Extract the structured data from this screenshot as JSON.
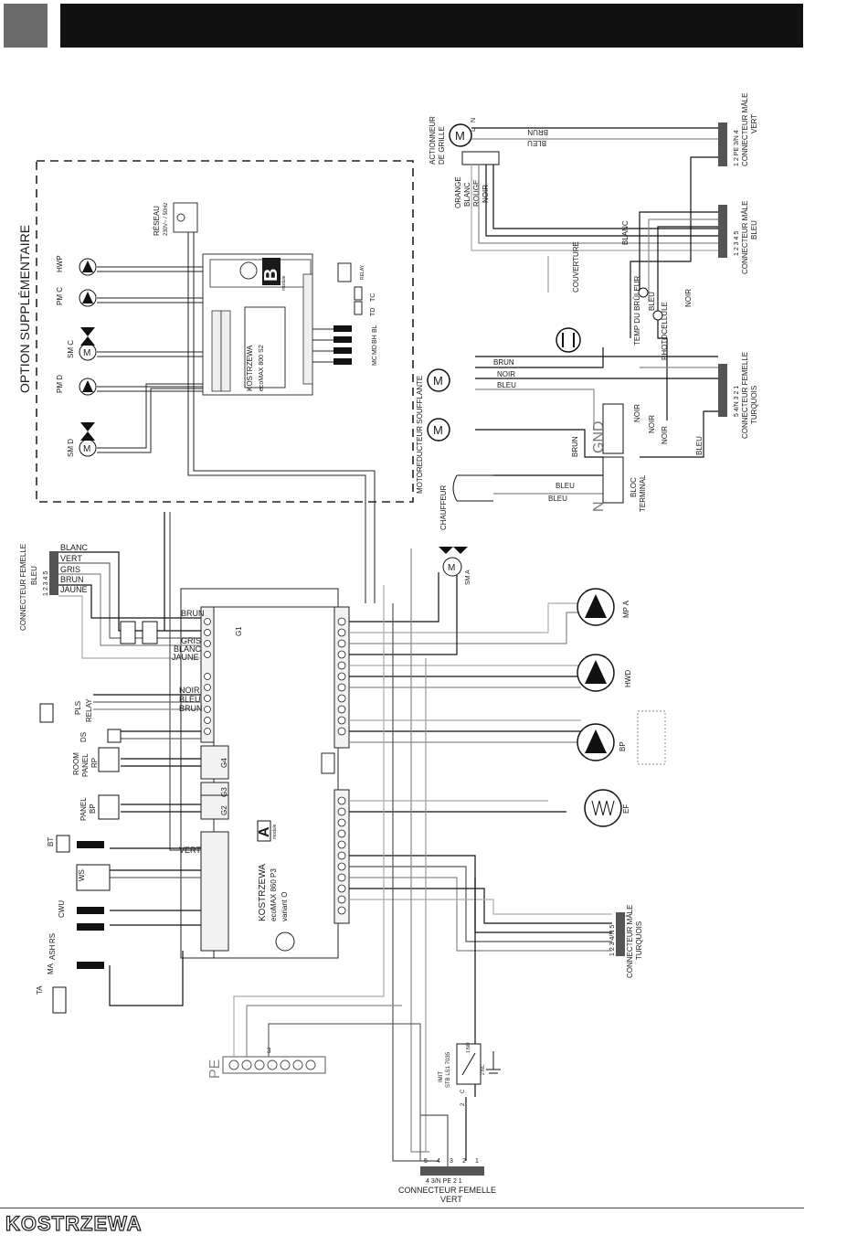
{
  "header": {
    "accent_square_color": "#6b6b6b",
    "bar_color": "#111111"
  },
  "option": {
    "title": "OPTION SUPPLÉMENTAIRE",
    "mains": "RÉSEAU",
    "mains_spec": "230V~ / 50Hz",
    "devices": [
      "HWP",
      "PM C",
      "SM C",
      "PM D",
      "SM D"
    ],
    "sensors": [
      "BL",
      "BH",
      "MD",
      "MC",
      "TC",
      "TD"
    ],
    "relay": "RELAY",
    "module": {
      "brand": "KOSTRZEWA",
      "model": "ecoMAX 800 S2",
      "badge": "B",
      "badge_sub": "module"
    }
  },
  "main_module": {
    "brand": "KOSTRZEWA",
    "model": "ecoMAX 860 P3",
    "variant": "variant O",
    "badge": "A",
    "badge_sub": "module"
  },
  "connectors": {
    "bleu_femelle": {
      "title": "CONNECTEUR FEMELLE",
      "color": "BLEU",
      "pins": "1 2 3 4 5",
      "wires": [
        "BLANC",
        "VERT",
        "GRIS",
        "BRUN",
        "JAUNE"
      ]
    },
    "vert_male": {
      "title": "CONNECTEUR MÂLE",
      "color": "VERT",
      "pins": "1 2 PE 3/N 4"
    },
    "bleu_male": {
      "title": "CONNECTEUR MÂLE",
      "color": "BLEU",
      "pins": "1 2 3 4 5"
    },
    "turquois_femelle": {
      "title": "CONNECTEUR FEMELLE",
      "color": "TURQUOIS",
      "pins": "5 4/N 3 2 1"
    },
    "turquois_male": {
      "title": "CONNECTEUR MÂLE",
      "color": "TURQUOIS",
      "pins": "1 2 3 4/N 5"
    },
    "vert_femelle": {
      "title": "CONNECTEUR FEMELLE",
      "color": "VERT",
      "pins": "4 3/N PE 2 1",
      "top_pins": [
        "5",
        "4",
        "3",
        "2",
        "1"
      ]
    }
  },
  "burner": {
    "actuator": [
      "ACTIONNEUR",
      "DE GRILLE"
    ],
    "actuator_wires": [
      "ORANGE",
      "BLANC",
      "ROUGE",
      "NOIR"
    ],
    "top_wires": [
      "BRUN",
      "BLEU"
    ],
    "blanc": "BLANC",
    "couverture": "COUVERTURE",
    "temp": "TEMP DU BRÛLEUR",
    "bleu": "BLEU",
    "photocellule": "PHOTOCELLULE",
    "noir": "NOIR",
    "blower": "MOTOREDUCTEUR  SOUFFLANTE",
    "blower_wires": [
      "BRUN",
      "NOIR",
      "BLEU"
    ],
    "heater": "CHAUFFEUR",
    "terminal_block": [
      "BLOC",
      "TERMINAL"
    ],
    "gnd": "GND",
    "n": "N",
    "terminal_wires": [
      "BRUN",
      "BLEU",
      "BLEU",
      "NOIR",
      "NOIR",
      "NOIR",
      "BLEU"
    ],
    "pin_labels": [
      "N",
      "L",
      "PE",
      "C"
    ]
  },
  "main_left": {
    "peripherals": [
      "PLS",
      "RELAY",
      "DS",
      "ROOM",
      "PANEL",
      "RP",
      "PANEL",
      "BP",
      "BT",
      "WS",
      "CWU",
      "RS",
      "ASH",
      "MA",
      "TA"
    ],
    "wires_top": [
      "BRUN",
      "GRIS",
      "BLANC",
      "JAUNE"
    ],
    "wires_mid": [
      "NOIR",
      "BLEU",
      "BRUN"
    ],
    "vert": "VERT",
    "ports": [
      "G1",
      "G2",
      "G3",
      "G4"
    ]
  },
  "main_right": {
    "pumps": [
      "MP A",
      "HWD",
      "BP"
    ],
    "fan": "EF",
    "valve": "SM A"
  },
  "bottom": {
    "pe": "PE",
    "pe_pin": "3",
    "stb_label": [
      "IMIT",
      "STB LS1 7035"
    ],
    "stb_pins": [
      "1 NO",
      "2 NC",
      "C",
      "2"
    ]
  },
  "footer": {
    "logo": "KOSTRZEWA"
  }
}
